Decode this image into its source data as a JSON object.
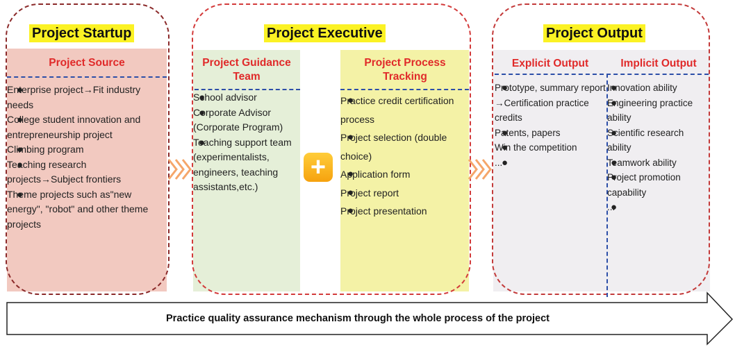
{
  "startup": {
    "title": "Project Startup",
    "subtitle": "Project Source",
    "items": [
      "Enterprise project→Fit industry needs",
      "College student innovation and entrepreneurship project",
      "Climbing program",
      "Teaching research projects→Subject frontiers",
      "Theme projects such as\"new energy\", \"robot\" and other theme projects"
    ]
  },
  "executive": {
    "title": "Project Executive",
    "guidance": {
      "subtitle": "Project Guidance Team",
      "items": [
        "School advisor",
        "Corporate Advisor (Corporate Program)",
        "Teaching support team (experimentalists, engineers, teaching assistants,etc.)"
      ]
    },
    "tracking": {
      "subtitle": "Project Process Tracking",
      "items": [
        "Practice credit certification process",
        "Project selection (double choice)",
        "Application form",
        "Project report",
        "Project presentation"
      ]
    }
  },
  "output": {
    "title": "Project Output",
    "explicit": {
      "subtitle": "Explicit Output",
      "items": [
        "Prototype, summary report →Certification practice credits",
        "Patents, papers",
        "Win the competition",
        "..."
      ]
    },
    "implicit": {
      "subtitle": "Implicit Output",
      "items": [
        "Innovation ability",
        "Engineering practice ability",
        "Scientific research ability",
        "Teamwork ability",
        "Project promotion capability",
        "..."
      ]
    }
  },
  "bottom_arrow": {
    "label": "Practice quality assurance mechanism through the whole process of the project"
  },
  "colors": {
    "title_highlight": "#fbf224",
    "subtitle_red": "#e02a2a",
    "startup_bg": "#f2c9c0",
    "guidance_bg": "#e5efd8",
    "tracking_bg": "#f4f2a6",
    "output_bg": "#f0eef1",
    "divider_blue": "#2c4ea8",
    "chevron_orange": "#f5a66a",
    "plus_orange": "#f6a20e"
  }
}
